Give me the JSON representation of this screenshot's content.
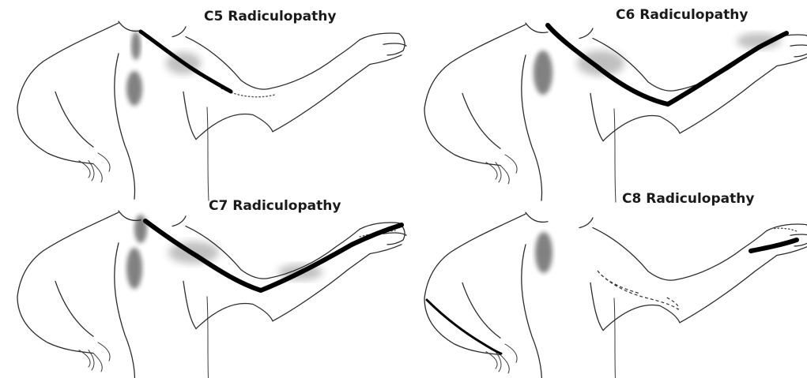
{
  "panels": [
    {
      "id": "c5",
      "title": "C5 Radiculopathy"
    },
    {
      "id": "c6",
      "title": "C6 Radiculopathy"
    },
    {
      "id": "c7",
      "title": "C7 Radiculopathy"
    },
    {
      "id": "c8",
      "title": "C8 Radiculopathy"
    }
  ],
  "colors": {
    "pain_path": "#000000",
    "outline": "#2b2b2b",
    "background": "#ffffff"
  }
}
